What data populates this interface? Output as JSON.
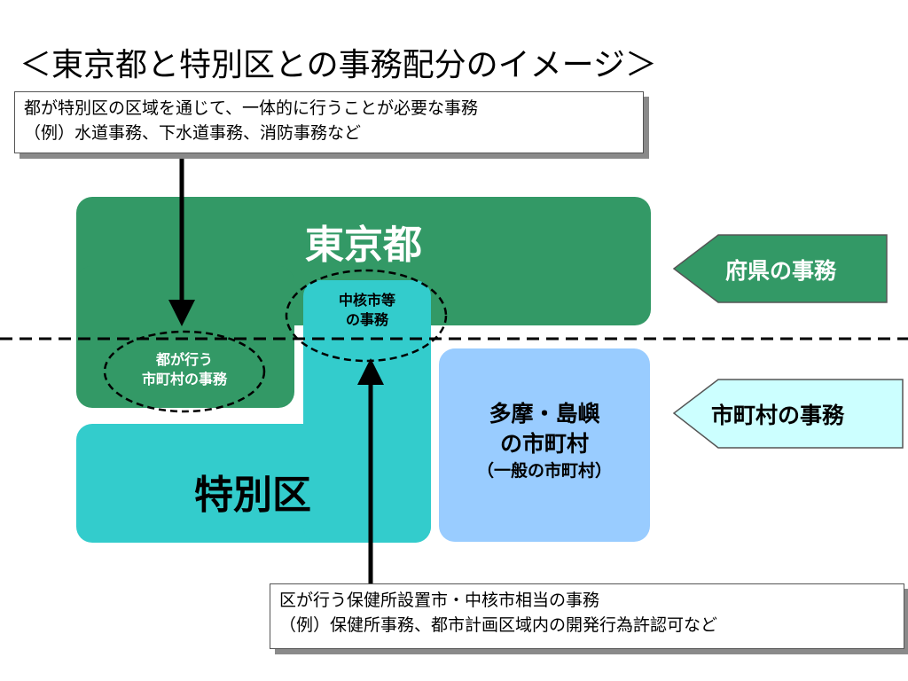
{
  "title": "＜東京都と特別区との事務配分のイメージ＞",
  "callout_top": {
    "line1": "都が特別区の区域を通じて、一体的に行うことが必要な事務",
    "line2": "（例）水道事務、下水道事務、消防事務など"
  },
  "callout_bottom": {
    "line1": "区が行う保健所設置市・中核市相当の事務",
    "line2": "（例）保健所事務、都市計画区域内の開発行為許認可など"
  },
  "tokyo": {
    "label": "東京都"
  },
  "tokyo_muni": {
    "line1": "都が行う",
    "line2": "市町村の事務"
  },
  "core_city": {
    "line1": "中核市等",
    "line2": "の事務"
  },
  "special_wards": {
    "label": "特別区"
  },
  "tama": {
    "line1": "多摩・島嶼",
    "line2": "の市町村",
    "line3": "（一般の市町村）"
  },
  "pref_affairs": {
    "label": "府県の事務"
  },
  "muni_affairs": {
    "label": "市町村の事務"
  },
  "colors": {
    "tokyo_green": "#339966",
    "ward_teal": "#33cccc",
    "tama_blue": "#99ccff",
    "pref_arrow": "#339966",
    "muni_arrow": "#ccffff"
  }
}
